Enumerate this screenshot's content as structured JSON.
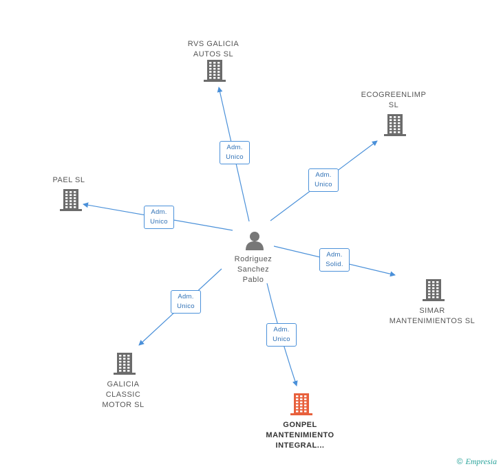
{
  "person": {
    "name": "Rodriguez\nSanchez\nPablo",
    "icon": "person-icon"
  },
  "companies": [
    {
      "key": "rvs",
      "name": "RVS GALICIA\nAUTOS  SL",
      "icon": "building-icon",
      "color": "#6b6b6b",
      "role": [
        "Adm.",
        "Unico"
      ]
    },
    {
      "key": "ecogreen",
      "name": "ECOGREENLIMP\nSL",
      "icon": "building-icon",
      "color": "#6b6b6b",
      "role": [
        "Adm.",
        "Unico"
      ]
    },
    {
      "key": "pael",
      "name": "PAEL SL",
      "icon": "building-icon",
      "color": "#6b6b6b",
      "role": [
        "Adm.",
        "Unico"
      ]
    },
    {
      "key": "simar",
      "name": "SIMAR\nMANTENIMIENTOS SL",
      "icon": "building-icon",
      "color": "#6b6b6b",
      "role": [
        "Adm.",
        "Solid."
      ]
    },
    {
      "key": "galicia",
      "name": "GALICIA\nCLASSIC\nMOTOR SL",
      "icon": "building-icon",
      "color": "#6b6b6b",
      "role": [
        "Adm.",
        "Unico"
      ]
    },
    {
      "key": "gonpel",
      "name": "GONPEL\nMANTENIMIENTO\nINTEGRAL...",
      "icon": "building-icon",
      "color": "#e8603c",
      "role": [
        "Adm.",
        "Unico"
      ],
      "main": true
    }
  ],
  "colors": {
    "edge": "#4a90d9",
    "building": "#6b6b6b",
    "highlight": "#e8603c",
    "person": "#777777"
  },
  "footer": {
    "copyright": "©",
    "brand": "Empresia"
  }
}
